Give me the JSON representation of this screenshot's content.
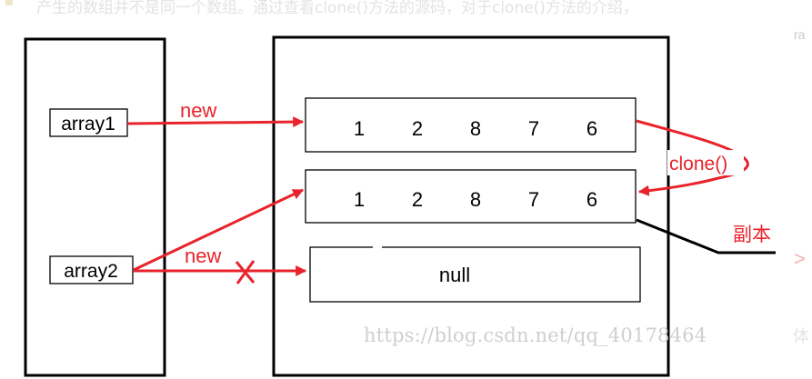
{
  "background_text": "产生的数组并不是同一个数组。通过查看clone()方法的源码，对于clone()方法的介绍，",
  "side_label_top": "ra",
  "side_mark": "体",
  "watermark": "https://blog.csdn.net/qq_40178464",
  "stack": {
    "array1_label": "array1",
    "array2_label": "array2"
  },
  "heap": {
    "original_values": [
      "1",
      "2",
      "8",
      "7",
      "6"
    ],
    "copy_values": [
      "1",
      "2",
      "8",
      "7",
      "6"
    ],
    "null_label": "null"
  },
  "arrows": {
    "new_top": "new",
    "new_bottom": "new",
    "clone_label": "clone()",
    "copy_label": "副本"
  },
  "colors": {
    "arrow_red": "#e8232b",
    "box_black": "#000000"
  }
}
